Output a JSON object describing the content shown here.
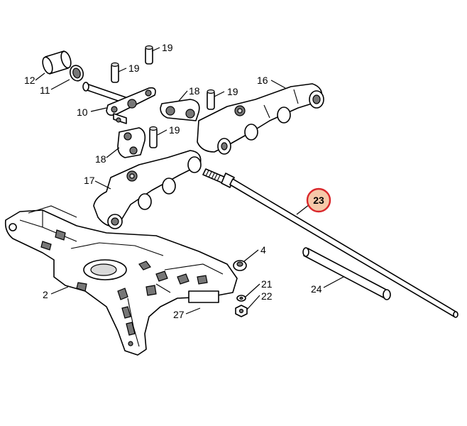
{
  "diagram": {
    "highlight_color": "#d9262b",
    "highlight_fill": "#f6c9a9",
    "callouts": [
      {
        "id": "c12",
        "label": "12"
      },
      {
        "id": "c11",
        "label": "11"
      },
      {
        "id": "c10",
        "label": "10"
      },
      {
        "id": "c19a",
        "label": "19"
      },
      {
        "id": "c19b",
        "label": "19"
      },
      {
        "id": "c18a",
        "label": "18"
      },
      {
        "id": "c19c",
        "label": "19"
      },
      {
        "id": "c16",
        "label": "16"
      },
      {
        "id": "c19d",
        "label": "19"
      },
      {
        "id": "c18b",
        "label": "18"
      },
      {
        "id": "c17",
        "label": "17"
      },
      {
        "id": "c23",
        "label": "23",
        "highlighted": true
      },
      {
        "id": "c4",
        "label": "4"
      },
      {
        "id": "c2",
        "label": "2"
      },
      {
        "id": "c21",
        "label": "21"
      },
      {
        "id": "c22",
        "label": "22"
      },
      {
        "id": "c24",
        "label": "24"
      },
      {
        "id": "c27",
        "label": "27"
      }
    ]
  }
}
